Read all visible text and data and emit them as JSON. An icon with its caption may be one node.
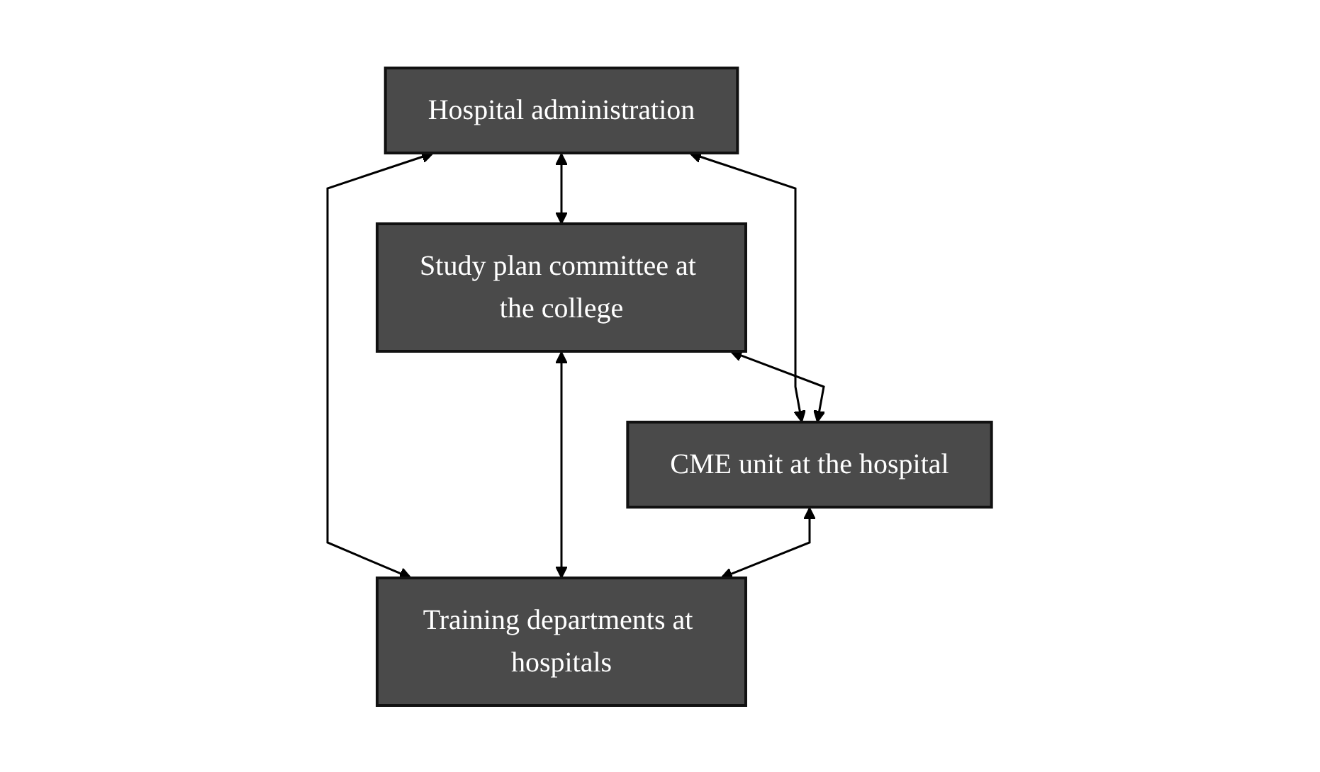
{
  "diagram": {
    "nodes": [
      {
        "text": [
          "Hospital administration"
        ]
      },
      {
        "text": [
          "Study plan committee at the college"
        ]
      },
      {
        "text": [
          "CME unit at the hospital"
        ]
      },
      {
        "text": [
          "Training departments at hospitals"
        ]
      }
    ],
    "edges": [
      {
        "from": 0,
        "to": 1,
        "arrow": "both"
      },
      {
        "from": 0,
        "to": 2,
        "arrow": "both"
      },
      {
        "from": 0,
        "to": 3,
        "arrow": "both"
      },
      {
        "from": 1,
        "to": 2,
        "arrow": "both"
      },
      {
        "from": 1,
        "to": 3,
        "arrow": "both"
      },
      {
        "from": 2,
        "to": 3,
        "arrow": "both"
      }
    ]
  }
}
